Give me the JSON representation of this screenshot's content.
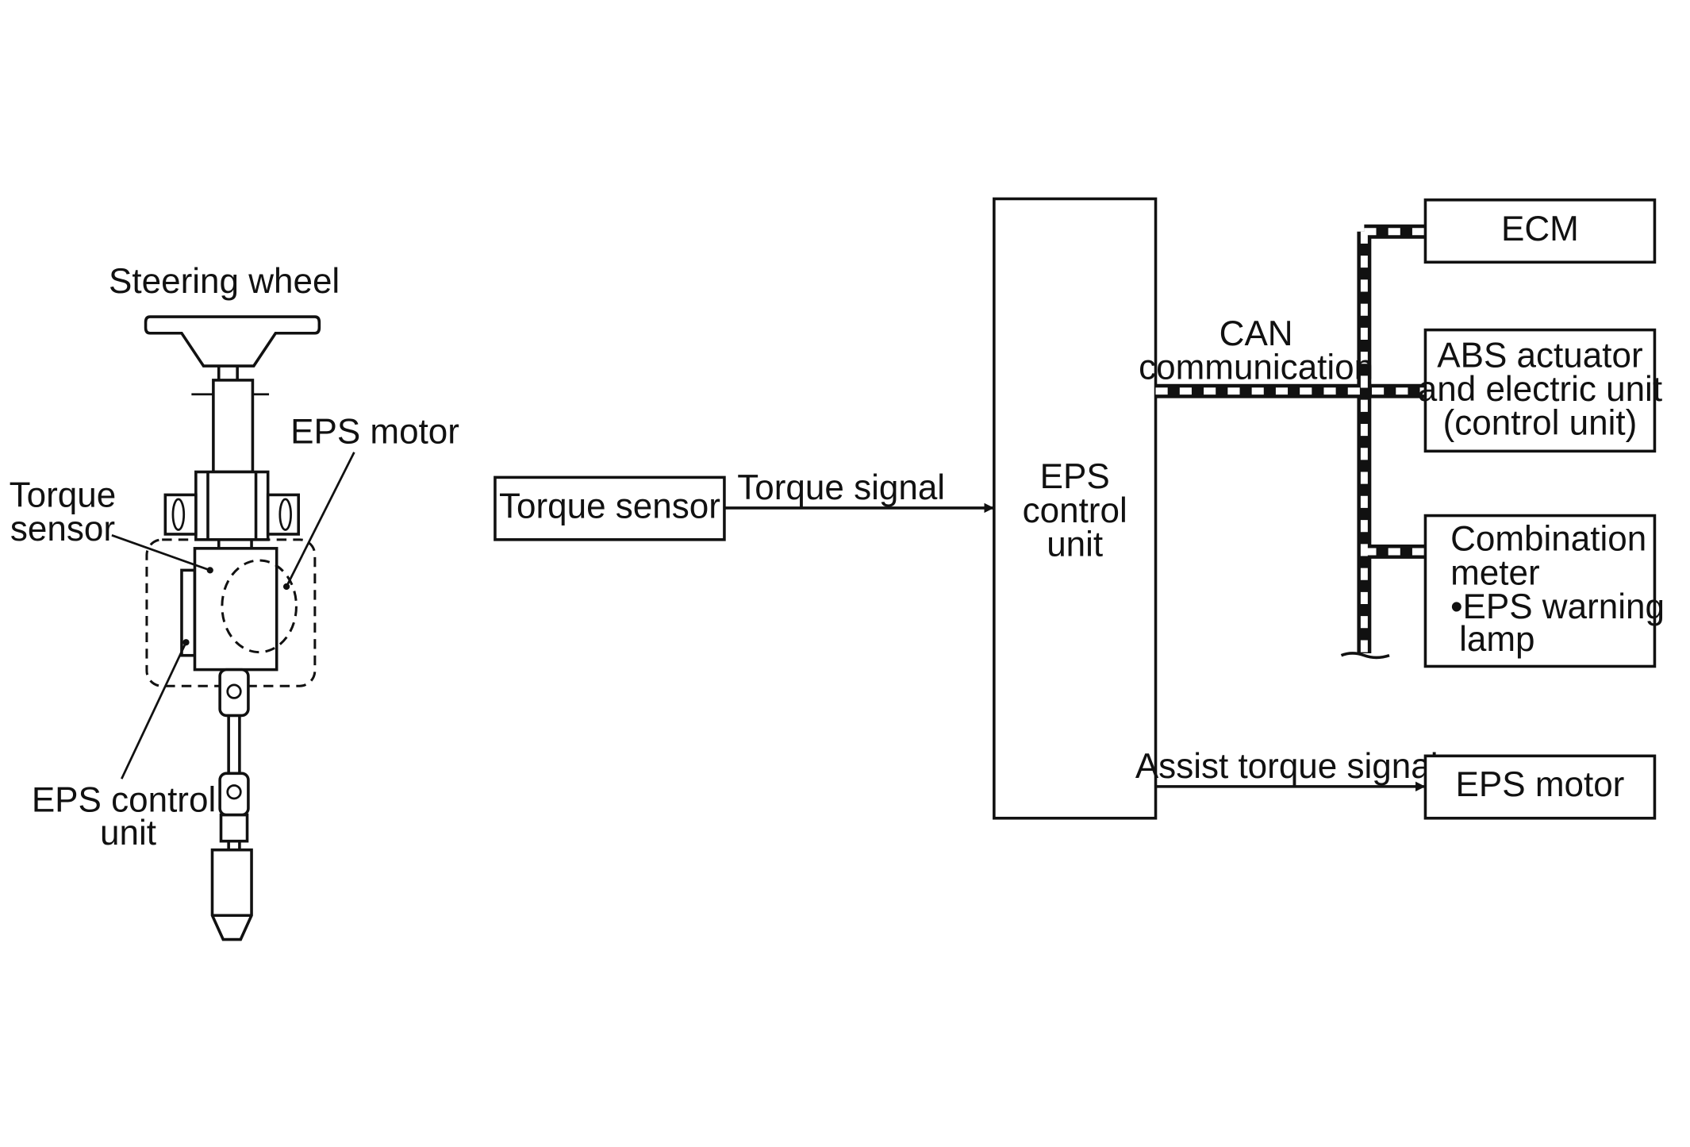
{
  "illustration": {
    "steering_wheel": "Steering wheel",
    "eps_motor": "EPS motor",
    "torque_sensor": [
      "Torque",
      "sensor"
    ],
    "eps_control_unit": [
      "EPS control",
      "unit"
    ]
  },
  "block_diagram": {
    "torque_sensor": "Torque sensor",
    "torque_signal": "Torque signal",
    "eps_control_unit": [
      "EPS",
      "control",
      "unit"
    ],
    "can_communication": [
      "CAN",
      "communication"
    ],
    "ecm": "ECM",
    "abs_unit": [
      "ABS actuator",
      "and electric unit",
      "(control unit)"
    ],
    "combination_meter": [
      "Combination",
      "meter",
      "•EPS warning",
      "lamp"
    ],
    "assist_torque_signal": "Assist torque signal",
    "eps_motor": "EPS motor"
  }
}
